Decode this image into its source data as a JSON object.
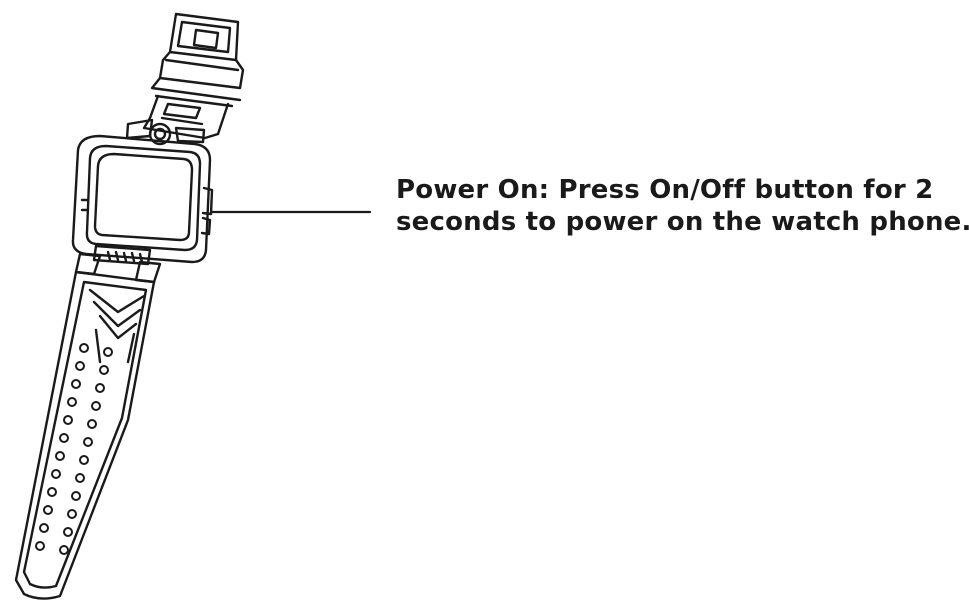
{
  "instruction": {
    "line1": "Power On: Press On/Off button for 2",
    "line2": "seconds to power on the watch phone."
  },
  "colors": {
    "ink": "#1a1a1a",
    "background": "#ffffff"
  },
  "icons": {
    "watch": "smartwatch-line-drawing",
    "button": "power-button-icon"
  }
}
